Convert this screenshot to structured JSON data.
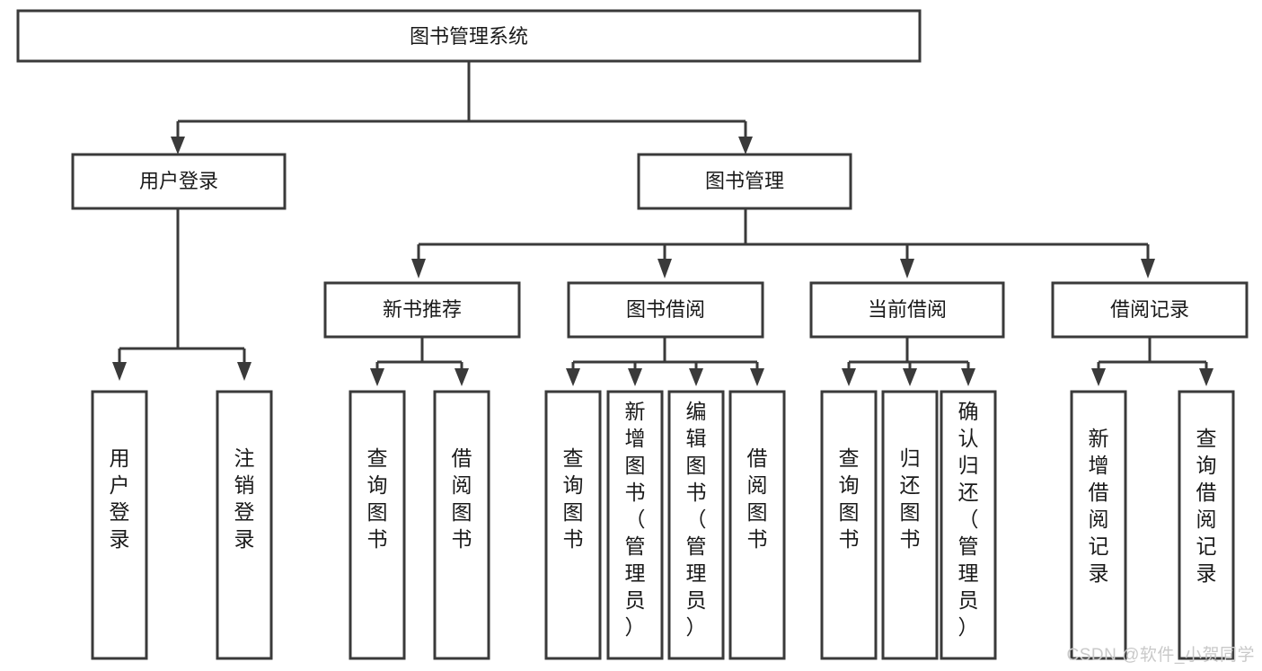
{
  "diagram": {
    "title": "图书管理系统",
    "type": "hierarchy-tree",
    "orientation": "top-down",
    "colors": {
      "stroke": "#3a3a3a",
      "fill": "#ffffff",
      "text": "#1a1a1a",
      "watermark": "#c9c9c9",
      "background": "#ffffff"
    },
    "root": {
      "label": "图书管理系统"
    },
    "level2": [
      {
        "label": "用户登录"
      },
      {
        "label": "图书管理"
      }
    ],
    "level3": [
      {
        "label": "新书推荐"
      },
      {
        "label": "图书借阅"
      },
      {
        "label": "当前借阅"
      },
      {
        "label": "借阅记录"
      }
    ],
    "leaves": {
      "user_login": [
        {
          "label": "用户登录"
        },
        {
          "label": "注销登录"
        }
      ],
      "new_book_recommend": [
        {
          "label": "查询图书"
        },
        {
          "label": "借阅图书"
        }
      ],
      "book_borrow": [
        {
          "label": "查询图书"
        },
        {
          "label": "新增图书（管理员）"
        },
        {
          "label": "编辑图书（管理员）"
        },
        {
          "label": "借阅图书"
        }
      ],
      "current_borrow": [
        {
          "label": "查询图书"
        },
        {
          "label": "归还图书"
        },
        {
          "label": "确认归还（管理员）"
        }
      ],
      "borrow_record": [
        {
          "label": "新增借阅记录"
        },
        {
          "label": "查询借阅记录"
        }
      ]
    }
  },
  "watermark": {
    "text": "CSDN @软件_小贺同学"
  }
}
